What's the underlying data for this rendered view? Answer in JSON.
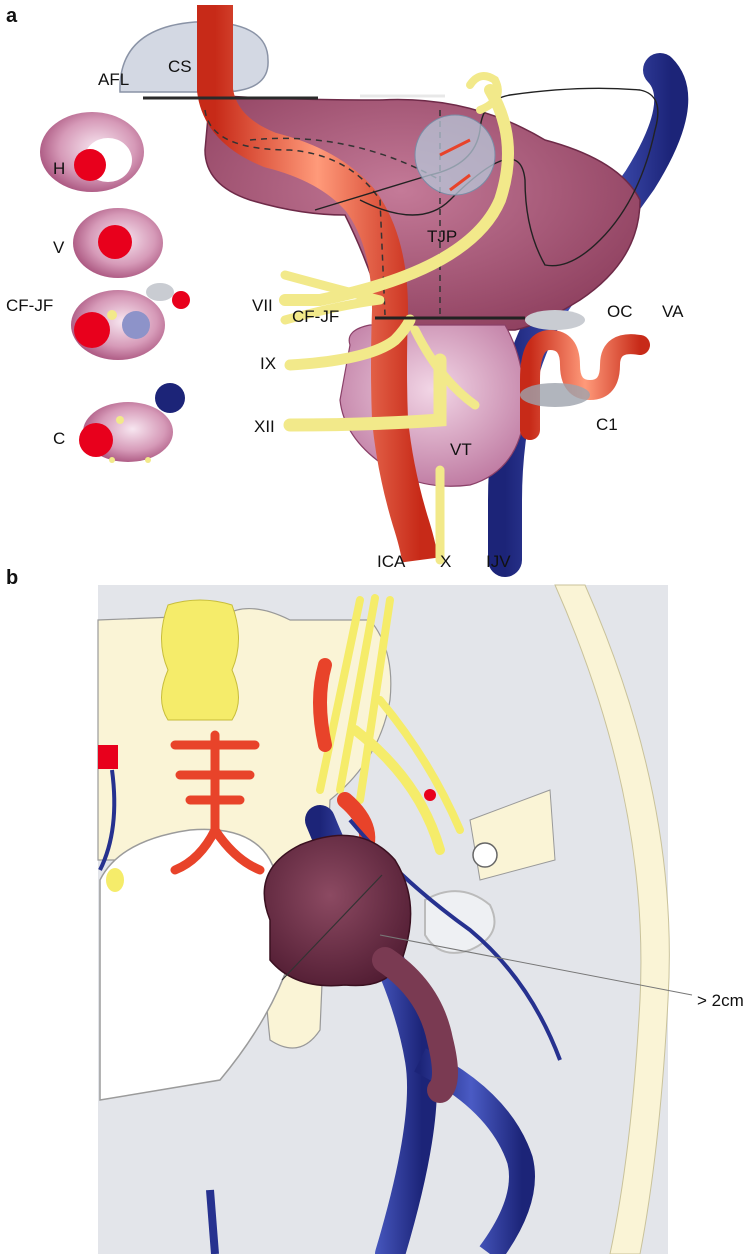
{
  "panels": {
    "a": "a",
    "b": "b"
  },
  "labels": {
    "cs": "CS",
    "afl": "AFL",
    "h": "H",
    "v": "V",
    "cf_jf_left": "CF-JF",
    "c": "C",
    "tjp": "TJP",
    "vii": "VII",
    "oc": "OC",
    "cf_jf": "CF-JF",
    "va": "VA",
    "ix": "IX",
    "xii": "XII",
    "vt": "VT",
    "c1": "C1",
    "ica": "ICA",
    "x": "X",
    "ijv": "IJV",
    "size": "> 2cm"
  },
  "colors": {
    "artery": "#e8432a",
    "vein": "#26318f",
    "tumor": "#9c4a6a",
    "nerve": "#f2e98a",
    "bone": "#faf4d6",
    "background_b": "#e3e5ea",
    "vertebra": "#f5ec6a"
  }
}
